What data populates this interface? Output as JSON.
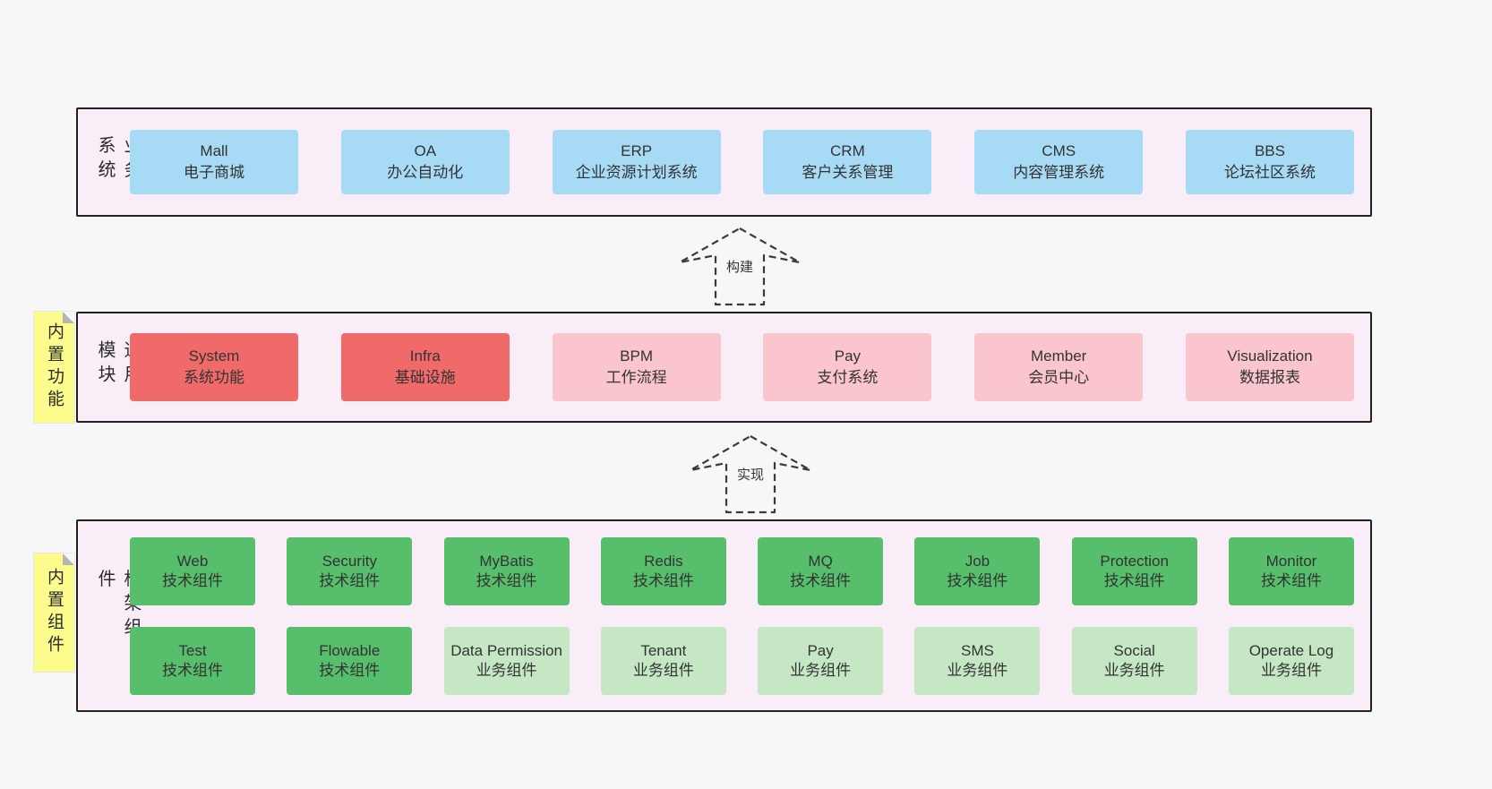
{
  "arrows": [
    {
      "label": "构建"
    },
    {
      "label": "实现"
    }
  ],
  "layers": {
    "business": {
      "side_label": "业务系统",
      "boxes": [
        {
          "title": "Mall",
          "subtitle": "电子商城"
        },
        {
          "title": "OA",
          "subtitle": "办公自动化"
        },
        {
          "title": "ERP",
          "subtitle": "企业资源计划系统"
        },
        {
          "title": "CRM",
          "subtitle": "客户关系管理"
        },
        {
          "title": "CMS",
          "subtitle": "内容管理系统"
        },
        {
          "title": "BBS",
          "subtitle": "论坛社区系统"
        }
      ]
    },
    "modules": {
      "side_label": "通用模块",
      "note_label": "内置功能",
      "boxes": [
        {
          "title": "System",
          "subtitle": "系统功能",
          "variant": "red"
        },
        {
          "title": "Infra",
          "subtitle": "基础设施",
          "variant": "red"
        },
        {
          "title": "BPM",
          "subtitle": "工作流程",
          "variant": "pink"
        },
        {
          "title": "Pay",
          "subtitle": "支付系统",
          "variant": "pink"
        },
        {
          "title": "Member",
          "subtitle": "会员中心",
          "variant": "pink"
        },
        {
          "title": "Visualization",
          "subtitle": "数据报表",
          "variant": "pink"
        }
      ]
    },
    "framework": {
      "side_label": "框架组件",
      "note_label": "内置组件",
      "row1": [
        {
          "title": "Web",
          "subtitle": "技术组件",
          "variant": "green"
        },
        {
          "title": "Security",
          "subtitle": "技术组件",
          "variant": "green"
        },
        {
          "title": "MyBatis",
          "subtitle": "技术组件",
          "variant": "green"
        },
        {
          "title": "Redis",
          "subtitle": "技术组件",
          "variant": "green"
        },
        {
          "title": "MQ",
          "subtitle": "技术组件",
          "variant": "green"
        },
        {
          "title": "Job",
          "subtitle": "技术组件",
          "variant": "green"
        },
        {
          "title": "Protection",
          "subtitle": "技术组件",
          "variant": "green"
        },
        {
          "title": "Monitor",
          "subtitle": "技术组件",
          "variant": "green"
        }
      ],
      "row2": [
        {
          "title": "Test",
          "subtitle": "技术组件",
          "variant": "green"
        },
        {
          "title": "Flowable",
          "subtitle": "技术组件",
          "variant": "green"
        },
        {
          "title": "Data Permission",
          "subtitle": "业务组件",
          "variant": "lightgreen"
        },
        {
          "title": "Tenant",
          "subtitle": "业务组件",
          "variant": "lightgreen"
        },
        {
          "title": "Pay",
          "subtitle": "业务组件",
          "variant": "lightgreen"
        },
        {
          "title": "SMS",
          "subtitle": "业务组件",
          "variant": "lightgreen"
        },
        {
          "title": "Social",
          "subtitle": "业务组件",
          "variant": "lightgreen"
        },
        {
          "title": "Operate Log",
          "subtitle": "业务组件",
          "variant": "lightgreen"
        }
      ]
    }
  },
  "colors": {
    "page_bg": "#f7f7f7",
    "panel_bg": "#f9eef8",
    "panel_border": "#222222",
    "blue": "#a7daf5",
    "red": "#f06a6a",
    "pink": "#fbc5ce",
    "green": "#57be6c",
    "lightgreen": "#c5e7c4",
    "note_yellow": "#fcfc8c"
  }
}
